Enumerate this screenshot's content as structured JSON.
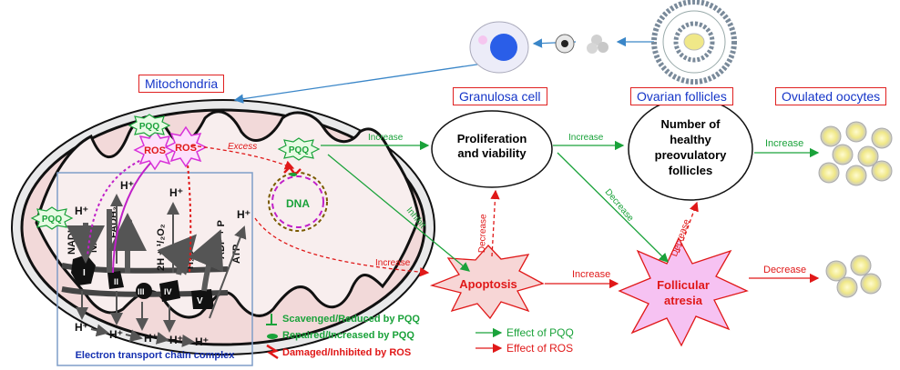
{
  "labels": {
    "mitochondria": "Mitochondria",
    "granulosa_cell": "Granulosa cell",
    "ovarian_follicles": "Ovarian follicles",
    "ovulated_oocytes": "Ovulated oocytes",
    "etc_title": "Electron transport chain complex"
  },
  "nodes": {
    "proliferation_line1": "Proliferation",
    "proliferation_line2": "and viability",
    "follicles_line1": "Number of",
    "follicles_line2": "healthy",
    "follicles_line3": "preovulatory",
    "follicles_line4": "follicles",
    "apoptosis": "Apoptosis",
    "atresia_line1": "Follicular",
    "atresia_line2": "atresia",
    "dna": "DNA",
    "pqq": "PQQ",
    "ros": "ROS"
  },
  "arrow_labels": {
    "excess": "Excess",
    "increase_pqq_prolif": "Increase",
    "inhibit": "Inhibit",
    "increase_prolif_follicles": "Increase",
    "decrease_follicles_atresia": "Decrease",
    "increase_follicles_oocytes": "Increase",
    "decrease_apoptosis_prolif": "Decrease",
    "decrease_atresia_follicles": "Decrease",
    "increase_ros_apoptosis": "Increase",
    "increase_apoptosis_atresia": "Increase",
    "decrease_atresia_oocytes": "Decrease"
  },
  "etc": {
    "nadh": "NADH",
    "nad_plus": "NAD⁺",
    "fadh2": "FADH₂",
    "fad": "FAD",
    "water_split": "2H + ¹/₂O₂",
    "h2o": "H₂O",
    "adp": "ADP + P",
    "atp": "ATP",
    "h_plus": "H⁺",
    "complex_1": "I",
    "complex_2": "II",
    "complex_3": "III",
    "complex_4": "IV",
    "complex_5": "V"
  },
  "legend": {
    "scavenged": "Scavenged/Reduced by PQQ",
    "repaired": "Repaired/Increased by PQQ",
    "damaged": "Damaged/Inhibited by ROS",
    "effect_pqq": "Effect of PQQ",
    "effect_ros": "Effect of ROS"
  },
  "colors": {
    "pqq_effect": "#1aa23a",
    "ros_effect": "#e01818",
    "label_text": "#1535c8",
    "mito_fill": "#f3dcdc",
    "apoptosis_fill": "#f7d6d6",
    "atresia_fill": "#f6c2f2",
    "ros_star": "#d830d8"
  }
}
